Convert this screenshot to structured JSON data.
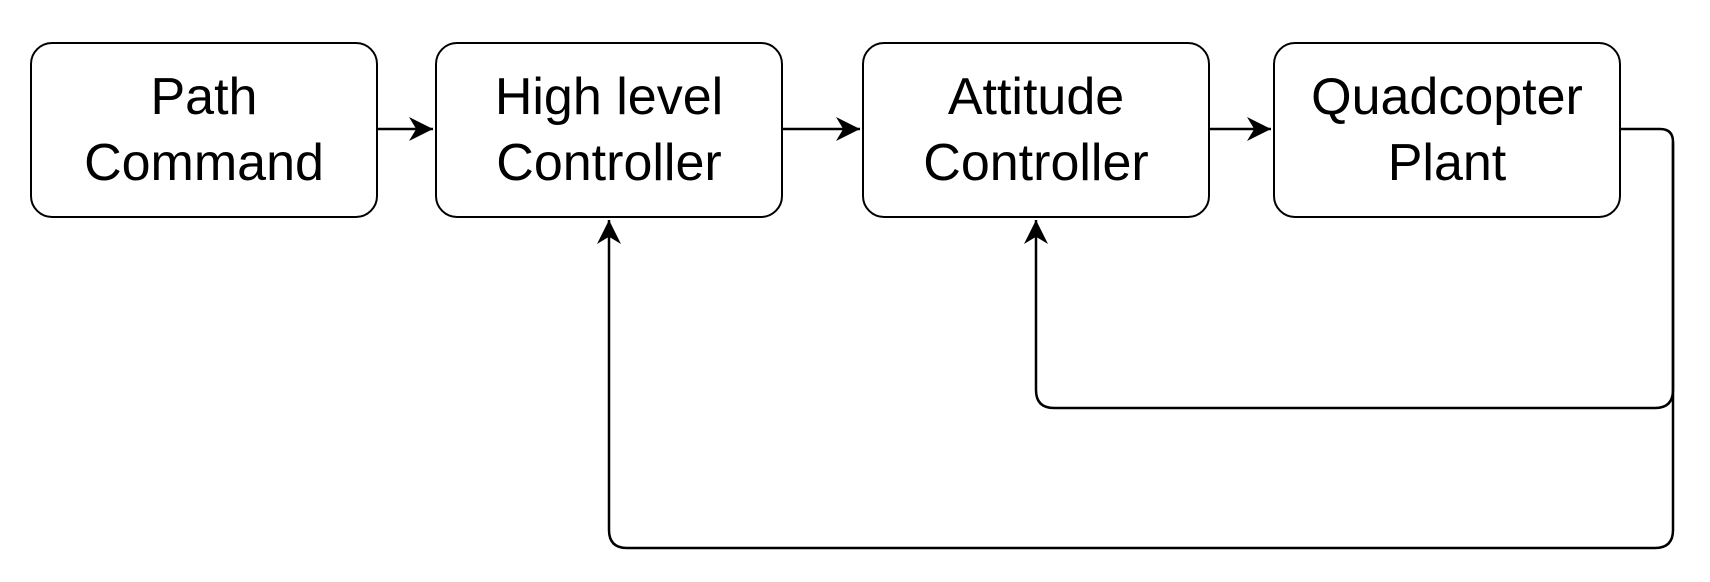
{
  "blocks": [
    {
      "line1": "Path",
      "line2": "Command"
    },
    {
      "line1": "High level",
      "line2": "Controller"
    },
    {
      "line1": "Attitude",
      "line2": "Controller"
    },
    {
      "line1": "Quadcopter",
      "line2": "Plant"
    }
  ],
  "colors": {
    "stroke": "#000000",
    "background": "#ffffff"
  }
}
